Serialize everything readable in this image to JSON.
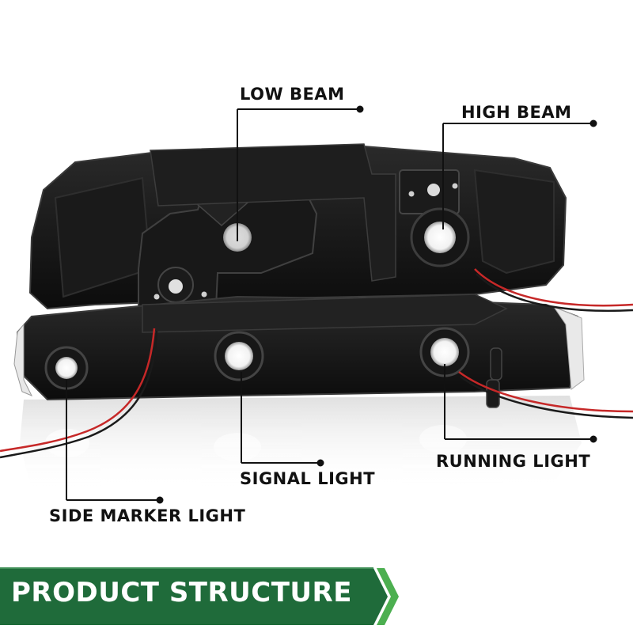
{
  "labels": {
    "low_beam": "LOW BEAM",
    "high_beam": "HIGH BEAM",
    "signal_light": "SIGNAL LIGHT",
    "running_light": "RUNNING LIGHT",
    "side_marker_light": "SIDE MARKER LIGHT"
  },
  "banner": {
    "title": "PRODUCT STRUCTURE"
  },
  "colors": {
    "banner_green": "#1f6b3a",
    "banner_edge": "#4caf50",
    "housing": "#141414",
    "wire_red": "#c62828",
    "leader_line": "#111111"
  }
}
